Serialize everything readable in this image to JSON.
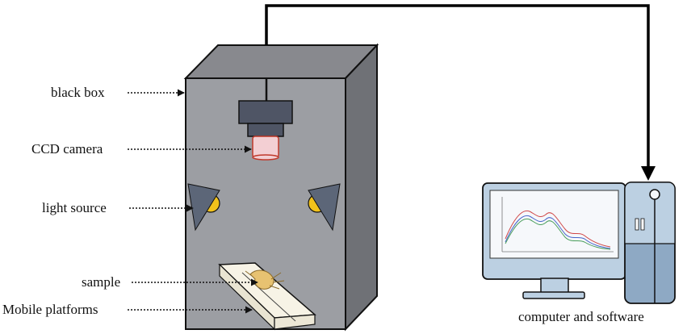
{
  "labels": {
    "black_box": "black box",
    "ccd_camera": "CCD camera",
    "light_source": "light source",
    "sample": "sample",
    "mobile_platforms": "Mobile platforms",
    "computer": "computer and software"
  },
  "colors": {
    "box_front": "#9c9ea3",
    "box_side": "#6f7176",
    "box_top": "#88898e",
    "outline": "#111111",
    "camera_body": "#4f5565",
    "camera_lens": "#f3cfd3",
    "lens_outline": "#c0392b",
    "light_bulb": "#f2c21b",
    "reflector": "#5c6678",
    "platform": "#f7f3e6",
    "sample": "#e7c271",
    "monitor_frame": "#bcd0e2",
    "monitor_screen": "#f6f8fb",
    "tower_top": "#bcd0e2",
    "tower_bottom": "#8ea9c4"
  },
  "icons": [
    "camera-icon",
    "light-icon",
    "computer-monitor-icon",
    "computer-tower-icon",
    "arrow-icon"
  ]
}
